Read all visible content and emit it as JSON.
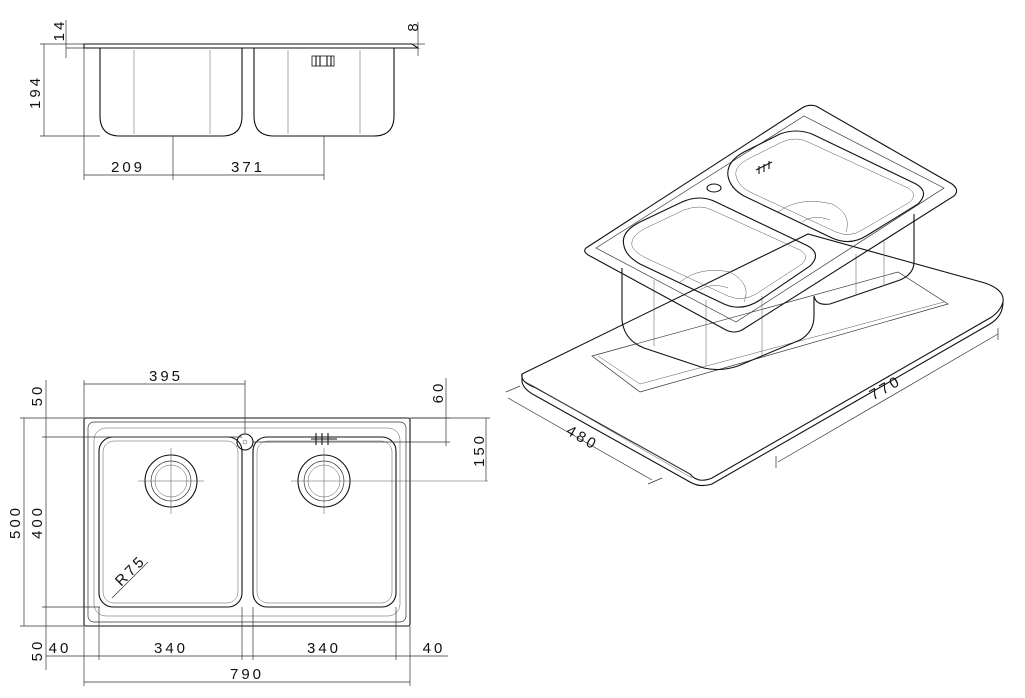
{
  "side_view": {
    "dims": {
      "rim_thickness": "14",
      "rim_edge": "8",
      "bowl_depth": "194",
      "drain_left_offset": "209",
      "drain_spacing": "371"
    }
  },
  "top_view": {
    "dims": {
      "tap_hole_offset": "395",
      "top_margin_left": "50",
      "top_margin_right": "60",
      "drain_from_top": "150",
      "overall_width": "500",
      "bowl_height": "400",
      "corner_radius": "R75",
      "bottom_margin": "50",
      "left_margin": "40",
      "bowl_width_left": "340",
      "bowl_width_right": "340",
      "right_margin": "40",
      "overall_length": "790"
    }
  },
  "cutout_view": {
    "dims": {
      "cutout_depth": "480",
      "cutout_length": "770"
    }
  },
  "colors": {
    "line": "#111111",
    "background": "#ffffff"
  }
}
